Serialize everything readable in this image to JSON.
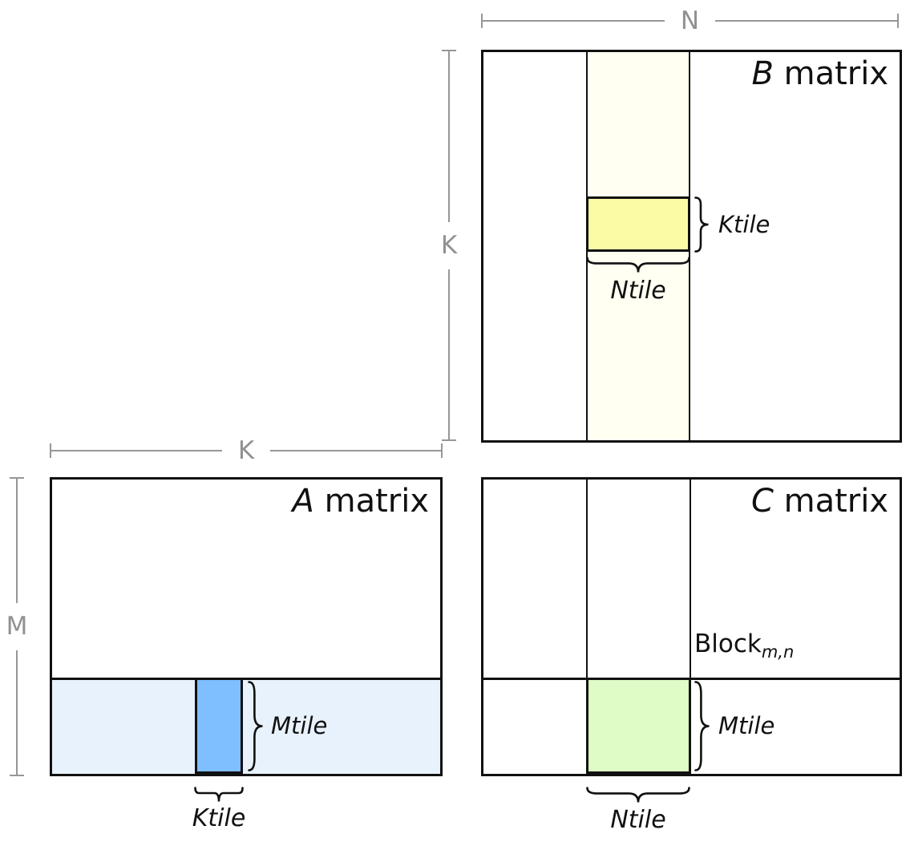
{
  "colors": {
    "line_black": "#111111",
    "dim_gray": "#979797",
    "b_stripe_ivory": "#FFFFF2",
    "b_tile_yellow": "#FBFBA6",
    "a_stripe_blue": "#E8F2FD",
    "a_tile_blue": "#7FBEFF",
    "c_tile_green": "#DFFBC6"
  },
  "dimension_labels": {
    "b_width": "N",
    "b_height": "K",
    "a_width": "K",
    "a_height": "M"
  },
  "matrices": {
    "b": {
      "title_letter": "B",
      "title_word": " matrix",
      "ktile_label": "Ktile",
      "ntile_label": "Ntile"
    },
    "a": {
      "title_letter": "A",
      "title_word": " matrix",
      "mtile_label": "Mtile",
      "ktile_label": "Ktile"
    },
    "c": {
      "title_letter": "C",
      "title_word": " matrix",
      "mtile_label": "Mtile",
      "ntile_label": "Ntile",
      "block_label": "Block",
      "block_subscript": "m,n"
    }
  }
}
